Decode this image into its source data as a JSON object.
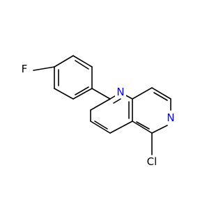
{
  "molecule": {
    "atoms": {
      "fluorine": {
        "symbol": "F",
        "color": "#000000"
      },
      "n1": {
        "symbol": "N",
        "color": "#0000ff"
      },
      "n6": {
        "symbol": "N",
        "color": "#0000ff"
      },
      "chlorine": {
        "symbol": "Cl",
        "color": "#000000"
      }
    },
    "bond_color": "#000000",
    "background": "#ffffff"
  }
}
